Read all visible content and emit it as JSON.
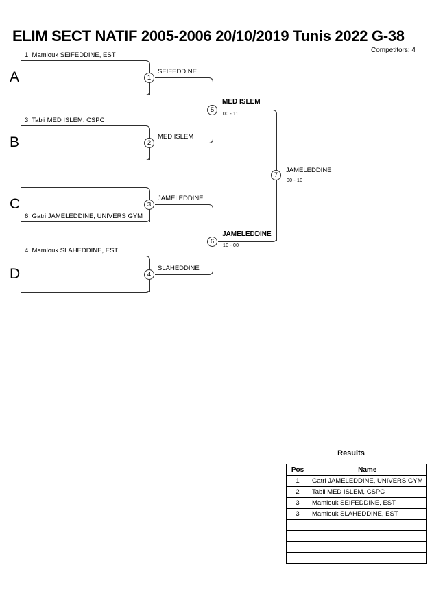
{
  "header": {
    "title": "ELIM SECT NATIF 2005-2006  20/10/2019  Tunis   2022 G-38",
    "competitors": "Competitors: 4"
  },
  "bracket": {
    "groups": [
      {
        "letter": "A",
        "match_number": "1",
        "top_entrant": "1. Mamlouk SEIFEDDINE, EST",
        "bottom_entrant": "",
        "winner": "SEIFEDDINE"
      },
      {
        "letter": "B",
        "match_number": "2",
        "top_entrant": "3. Tabii MED ISLEM, CSPC",
        "bottom_entrant": "",
        "winner": "MED ISLEM"
      },
      {
        "letter": "C",
        "match_number": "3",
        "top_entrant": "",
        "bottom_entrant": "6. Gatri JAMELEDDINE, UNIVERS GYM",
        "winner": "JAMELEDDINE"
      },
      {
        "letter": "D",
        "match_number": "4",
        "top_entrant": "4. Mamlouk SLAHEDDINE, EST",
        "bottom_entrant": "",
        "winner": "SLAHEDDINE"
      }
    ],
    "semifinals": [
      {
        "match_number": "5",
        "winner": "MED ISLEM",
        "score": "00 - 11"
      },
      {
        "match_number": "6",
        "winner": "JAMELEDDINE",
        "score": "10 - 00"
      }
    ],
    "final": {
      "match_number": "7",
      "winner": "JAMELEDDINE",
      "score": "00 - 10"
    }
  },
  "results": {
    "title": "Results",
    "columns": [
      "Pos",
      "Name"
    ],
    "rows": [
      {
        "pos": "1",
        "name": "Gatri JAMELEDDINE, UNIVERS GYM"
      },
      {
        "pos": "2",
        "name": "Tabii MED ISLEM, CSPC"
      },
      {
        "pos": "3",
        "name": "Mamlouk SEIFEDDINE, EST"
      },
      {
        "pos": "3",
        "name": "Mamlouk SLAHEDDINE, EST"
      },
      {
        "pos": "",
        "name": ""
      },
      {
        "pos": "",
        "name": ""
      },
      {
        "pos": "",
        "name": ""
      },
      {
        "pos": "",
        "name": ""
      }
    ]
  }
}
